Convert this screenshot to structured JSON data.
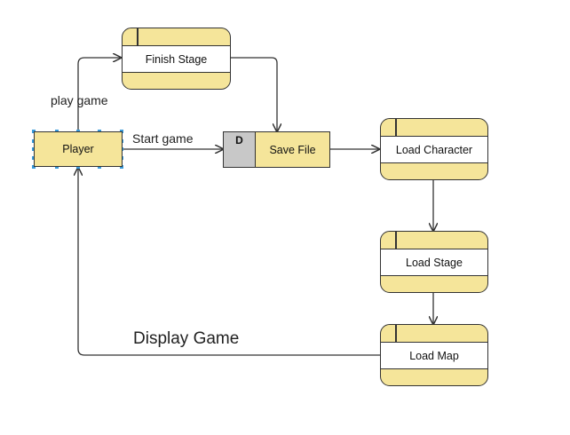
{
  "entities": {
    "player": "Player"
  },
  "processes": {
    "finish_stage": "Finish Stage",
    "load_character": "Load Character",
    "load_stage": "Load Stage",
    "load_map": "Load Map"
  },
  "data_store": {
    "id": "D",
    "label": "Save File"
  },
  "flows": {
    "play_game": "play game",
    "start_game": "Start game",
    "display_game": "Display Game"
  },
  "colors": {
    "node_fill": "#f5e59a",
    "store_id_fill": "#c8c8c8",
    "selection_handles": "#3a9ad9"
  }
}
